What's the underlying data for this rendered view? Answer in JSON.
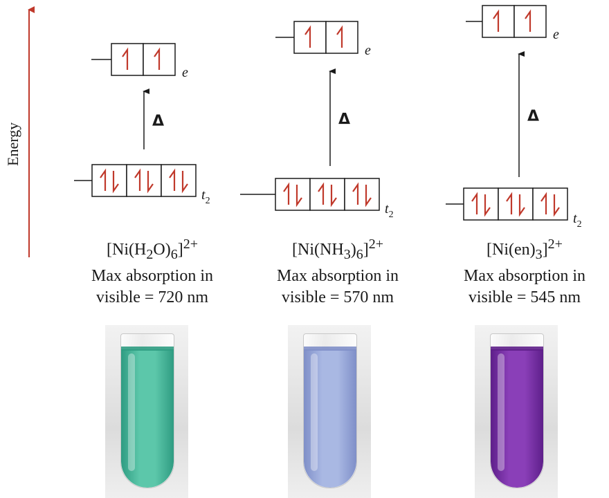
{
  "axis": {
    "label": "Energy",
    "color": "#c0392b"
  },
  "colors": {
    "spin_arrow": "#c0392b",
    "box_line": "#1a1a1a"
  },
  "gap_symbol": "Δ",
  "complexes": [
    {
      "formula_core": "[Ni(H",
      "formula_parts": [
        "[Ni(H",
        "2",
        "O)",
        "6",
        "]",
        "2+"
      ],
      "e_label": "e",
      "t2_label": "t",
      "t2_sub": "2",
      "e_orbitals": [
        "up",
        "up"
      ],
      "t2_orbitals": [
        "updown",
        "updown",
        "updown"
      ],
      "line1": "Max absorption in",
      "line2": "visible = 720 nm",
      "max_absorption_nm": 720,
      "solution_color": "#5cc7aa",
      "solution_dark": "#2f9c82"
    },
    {
      "formula_parts": [
        "[Ni(NH",
        "3",
        ")",
        "6",
        "]",
        "2+"
      ],
      "e_label": "e",
      "t2_label": "t",
      "t2_sub": "2",
      "e_orbitals": [
        "up",
        "up"
      ],
      "t2_orbitals": [
        "updown",
        "updown",
        "updown"
      ],
      "line1": "Max absorption in",
      "line2": "visible = 570 nm",
      "max_absorption_nm": 570,
      "solution_color": "#a9b8e3",
      "solution_dark": "#7f8fc8"
    },
    {
      "formula_parts": [
        "[Ni(en)",
        "3",
        "]",
        "2+"
      ],
      "e_label": "e",
      "t2_label": "t",
      "t2_sub": "2",
      "e_orbitals": [
        "up",
        "up"
      ],
      "t2_orbitals": [
        "updown",
        "updown",
        "updown"
      ],
      "line1": "Max absorption in",
      "line2": "visible = 545 nm",
      "max_absorption_nm": 545,
      "solution_color": "#8a3fb8",
      "solution_dark": "#5e1f8a"
    }
  ]
}
